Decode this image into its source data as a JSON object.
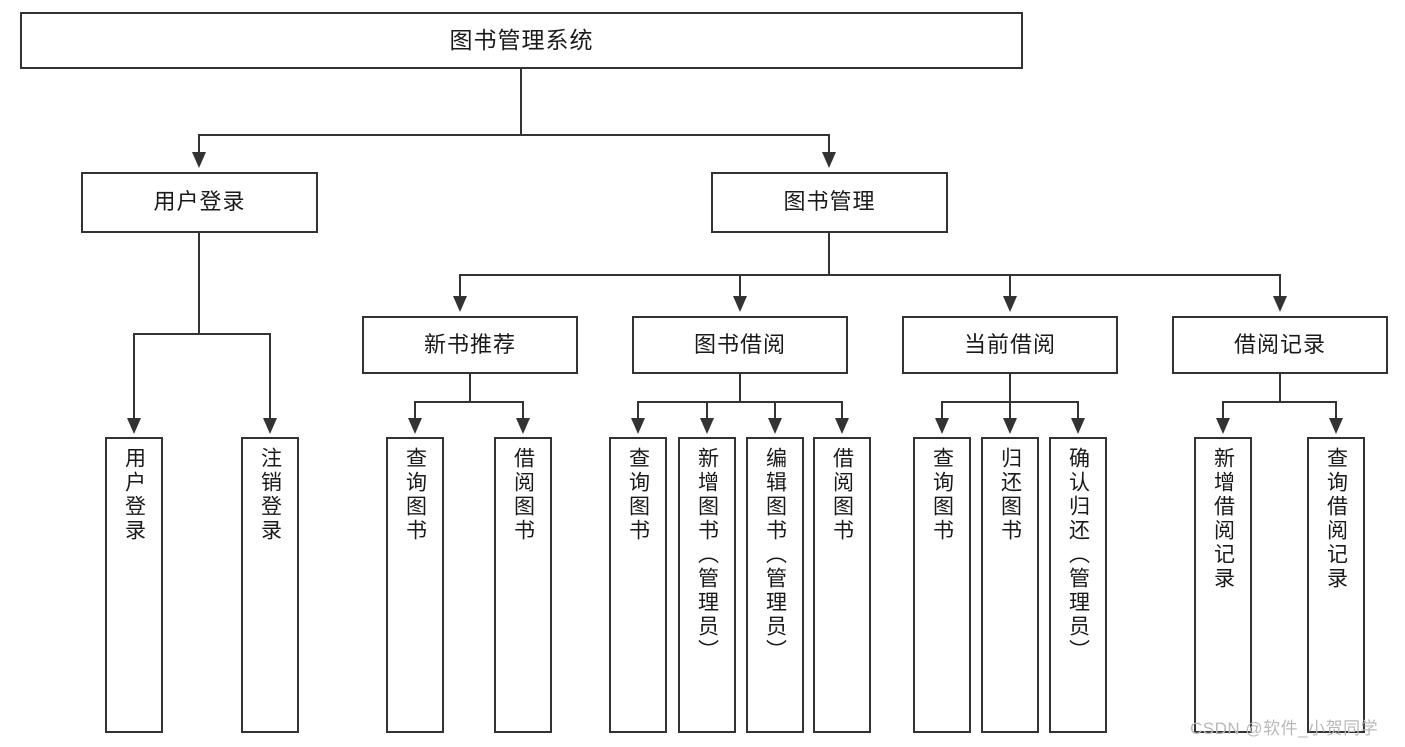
{
  "diagram": {
    "title": "图书管理系统",
    "type": "tree-hierarchy-chart",
    "root": {
      "id": "root",
      "label": "图书管理系统"
    },
    "level2": [
      {
        "id": "user-login",
        "label": "用户登录"
      },
      {
        "id": "book-management",
        "label": "图书管理"
      }
    ],
    "level3": [
      {
        "id": "new-book-recommend",
        "label": "新书推荐",
        "parent": "book-management"
      },
      {
        "id": "book-borrow",
        "label": "图书借阅",
        "parent": "book-management"
      },
      {
        "id": "current-borrow",
        "label": "当前借阅",
        "parent": "book-management"
      },
      {
        "id": "borrow-record",
        "label": "借阅记录",
        "parent": "book-management"
      }
    ],
    "leaves": {
      "user_login": [
        {
          "id": "leaf-user-login",
          "label": "用户登录"
        },
        {
          "id": "leaf-user-logout",
          "label": "注销登录"
        }
      ],
      "new_book_recommend": [
        {
          "id": "leaf-query-book-1",
          "label": "查询图书"
        },
        {
          "id": "leaf-borrow-book-1",
          "label": "借阅图书"
        }
      ],
      "book_borrow": [
        {
          "id": "leaf-query-book-2",
          "label": "查询图书"
        },
        {
          "id": "leaf-add-book",
          "label": "新增图书（管理员）"
        },
        {
          "id": "leaf-edit-book",
          "label": "编辑图书（管理员）"
        },
        {
          "id": "leaf-borrow-book-2",
          "label": "借阅图书"
        }
      ],
      "current_borrow": [
        {
          "id": "leaf-query-book-3",
          "label": "查询图书"
        },
        {
          "id": "leaf-return-book",
          "label": "归还图书"
        },
        {
          "id": "leaf-confirm-return",
          "label": "确认归还（管理员）"
        }
      ],
      "borrow_record": [
        {
          "id": "leaf-add-record",
          "label": "新增借阅记录"
        },
        {
          "id": "leaf-query-record",
          "label": "查询借阅记录"
        }
      ]
    },
    "watermark": "CSDN @软件_小贺同学",
    "colors": {
      "stroke": "#333333",
      "fill": "#ffffff",
      "text": "#1a1a1a",
      "watermark": "#b9b9b9"
    }
  }
}
